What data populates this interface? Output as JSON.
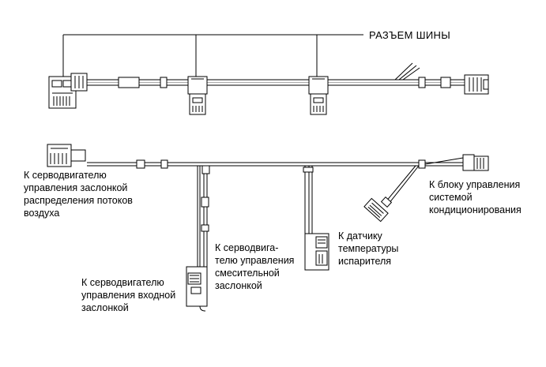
{
  "bus_connector_label": "РАЗЪЕМ ШИНЫ",
  "labels": {
    "air_distribution_servo": "К серводвигателю\nуправления заслонкой\nраспределения потоков\nвоздуха",
    "mix_servo": "К серводвига-\nтелю управления\nсмесительной\nзаслонкой",
    "inlet_servo": "К серводвигателю\nуправления входной\nзаслонкой",
    "evaporator_sensor": "К датчику\nтемпературы\nиспарителя",
    "ac_control_unit": "К блоку управления\nсистемой\nкондиционирования"
  }
}
